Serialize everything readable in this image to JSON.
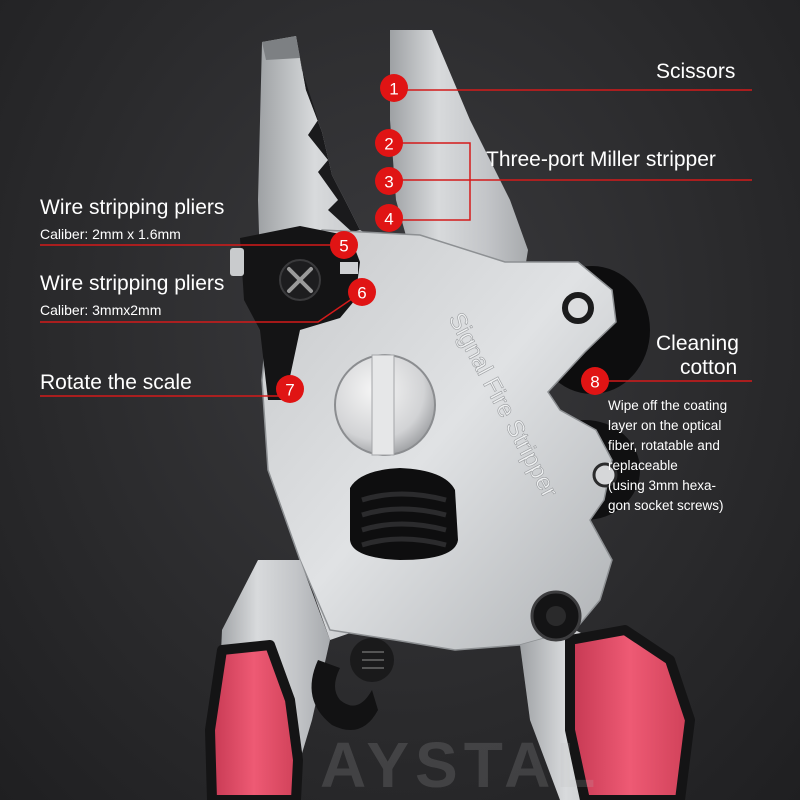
{
  "callouts": {
    "scissors": "Scissors",
    "miller": "Three-port Miller stripper",
    "pliers_1_title": "Wire stripping pliers",
    "pliers_1_caliber": "Caliber: 2mm x 1.6mm",
    "pliers_2_title": "Wire stripping pliers",
    "pliers_2_caliber": "Caliber: 3mmx2mm",
    "rotate": "Rotate the scale",
    "cleaning_line1": "Cleaning",
    "cleaning_line2": "cotton",
    "cleaning_desc": [
      "Wipe off the coating",
      "layer on the optical",
      "fiber, rotatable and",
      "replaceable",
      "(using 3mm hexa-",
      "gon socket screws)"
    ]
  },
  "markers": [
    "1",
    "2",
    "3",
    "4",
    "5",
    "6",
    "7",
    "8"
  ],
  "engraving": "Signal Fire Stripper",
  "watermark": "AYSTAL",
  "colors": {
    "marker_red": "#e01414",
    "leader_red": "#d41a1a",
    "handle_pink": "#e8506a",
    "steel": "#c9cbcd",
    "background": "#2b2b2d"
  }
}
